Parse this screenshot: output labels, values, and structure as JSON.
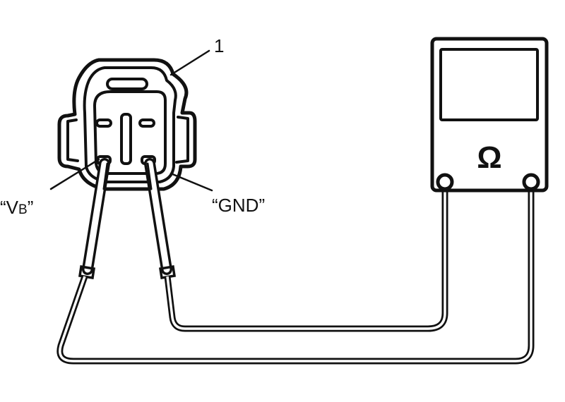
{
  "callout_number": "1",
  "labels": {
    "vb_main": "V",
    "vb_sub": "B",
    "gnd": "GND"
  },
  "meter": {
    "symbol": "Ω"
  },
  "colors": {
    "ink": "#111111",
    "background": "#ffffff"
  }
}
